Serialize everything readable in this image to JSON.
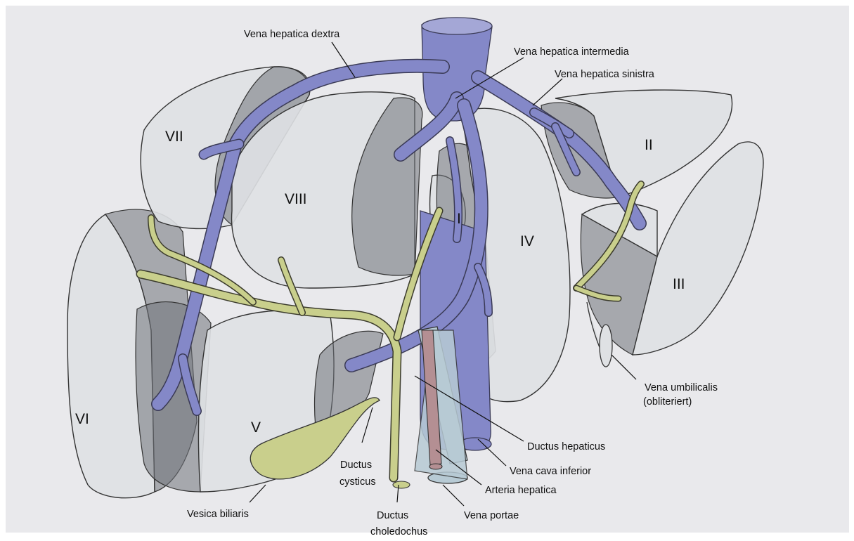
{
  "colors": {
    "paper": "#e9e9ec",
    "vein": "#8488c8",
    "bile": "#c9cf8c",
    "portal": "#b7cad4",
    "artery": "#b48f93",
    "segment_fill": "#dfe1e4",
    "cut_surface": "#6f737a"
  },
  "segments": {
    "I": "I",
    "II": "II",
    "III": "III",
    "IV": "IV",
    "V": "V",
    "VI": "VI",
    "VII": "VII",
    "VIII": "VIII"
  },
  "labels": {
    "vena_hepatica_dextra": "Vena hepatica dextra",
    "vena_hepatica_intermedia": "Vena hepatica intermedia",
    "vena_hepatica_sinistra": "Vena hepatica sinistra",
    "vena_umbilicalis_1": "Vena umbilicalis",
    "vena_umbilicalis_2": "(obliteriert)",
    "ductus_hepaticus": "Ductus hepaticus",
    "vena_cava_inferior": "Vena cava inferior",
    "arteria_hepatica": "Arteria hepatica",
    "vena_portae": "Vena portae",
    "ductus_cysticus_1": "Ductus",
    "ductus_cysticus_2": "cysticus",
    "ductus_choledochus_1": "Ductus",
    "ductus_choledochus_2": "choledochus",
    "vesica_biliaris": "Vesica biliaris"
  }
}
